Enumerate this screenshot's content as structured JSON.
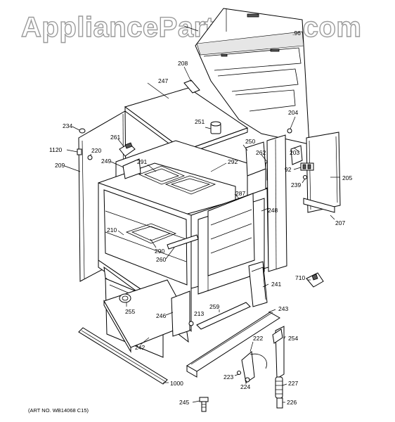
{
  "watermark": "AppliancePartsPros.com",
  "art_number": "(ART NO. WB14068 C15)",
  "callouts": [
    {
      "id": "c_.96",
      "text": ".96"
    },
    {
      "id": "c_208",
      "text": "208"
    },
    {
      "id": "c_247",
      "text": "247"
    },
    {
      "id": "c_204",
      "text": "204"
    },
    {
      "id": "c_251",
      "text": "251"
    },
    {
      "id": "c_234",
      "text": "234"
    },
    {
      "id": "c_261",
      "text": "261"
    },
    {
      "id": "c_1120",
      "text": "1120"
    },
    {
      "id": "c_220",
      "text": "220"
    },
    {
      "id": "c_250",
      "text": "250"
    },
    {
      "id": "c_262",
      "text": "262"
    },
    {
      "id": "c_203",
      "text": "203"
    },
    {
      "id": "c_209",
      "text": "209"
    },
    {
      "id": "c_249",
      "text": "249"
    },
    {
      "id": "c_291",
      "text": "291"
    },
    {
      "id": "c_292",
      "text": "292"
    },
    {
      "id": "c_92",
      "text": "92"
    },
    {
      "id": "c_205",
      "text": "205"
    },
    {
      "id": "c_239",
      "text": "239"
    },
    {
      "id": "c_287",
      "text": "287"
    },
    {
      "id": "c_248",
      "text": "248"
    },
    {
      "id": "c_207",
      "text": "207"
    },
    {
      "id": "c_210",
      "text": "210"
    },
    {
      "id": "c_290",
      "text": "290"
    },
    {
      "id": "c_260",
      "text": "260"
    },
    {
      "id": "c_710",
      "text": "710"
    },
    {
      "id": "c_241",
      "text": "241"
    },
    {
      "id": "c_259",
      "text": "259"
    },
    {
      "id": "c_243",
      "text": "243"
    },
    {
      "id": "c_255",
      "text": "255"
    },
    {
      "id": "c_246",
      "text": "246"
    },
    {
      "id": "c_213",
      "text": "213"
    },
    {
      "id": "c_222",
      "text": "222"
    },
    {
      "id": "c_254",
      "text": "254"
    },
    {
      "id": "c_242",
      "text": "242"
    },
    {
      "id": "c_223",
      "text": "223"
    },
    {
      "id": "c_224",
      "text": "224"
    },
    {
      "id": "c_227",
      "text": "227"
    },
    {
      "id": "c_1000",
      "text": "1000"
    },
    {
      "id": "c_245",
      "text": "245"
    },
    {
      "id": "c_226",
      "text": "226"
    }
  ]
}
